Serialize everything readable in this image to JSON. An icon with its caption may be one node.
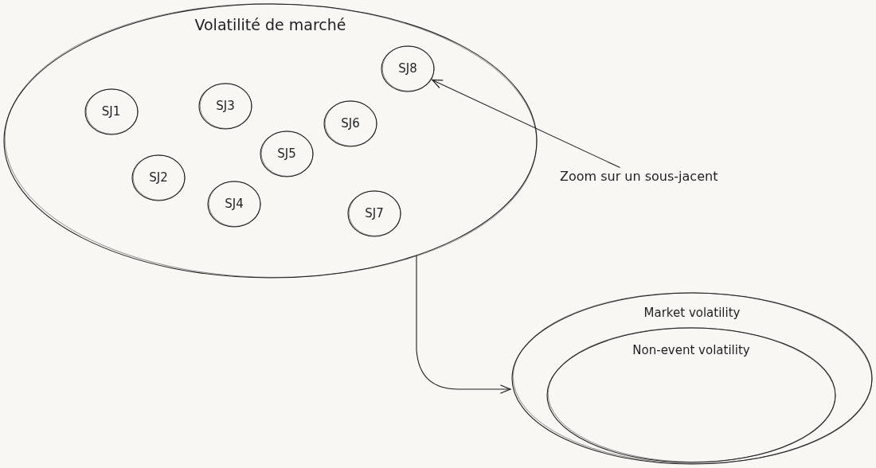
{
  "diagram": {
    "nodes": [
      {
        "text": [
          "Volatilité de marché"
        ]
      },
      {
        "text": [
          "SJ1"
        ],
        "in": 0
      },
      {
        "text": [
          "SJ2"
        ],
        "in": 0
      },
      {
        "text": [
          "SJ3"
        ],
        "in": 0
      },
      {
        "text": [
          "SJ4"
        ],
        "in": 0
      },
      {
        "text": [
          "SJ5"
        ],
        "in": 0
      },
      {
        "text": [
          "SJ6"
        ],
        "in": 0
      },
      {
        "text": [
          "SJ7"
        ],
        "in": 0
      },
      {
        "text": [
          "SJ8"
        ],
        "in": 0
      },
      {
        "text": [
          "Zoom sur un sous-jacent"
        ]
      },
      {
        "text": [
          "Market volatility"
        ]
      },
      {
        "text": [
          "Non-event volatility"
        ],
        "in": 10
      }
    ],
    "edges": [
      {
        "from": 9,
        "to": 8,
        "arrow": "to"
      },
      {
        "from": 0,
        "to": 10,
        "arrow": "to"
      }
    ]
  }
}
